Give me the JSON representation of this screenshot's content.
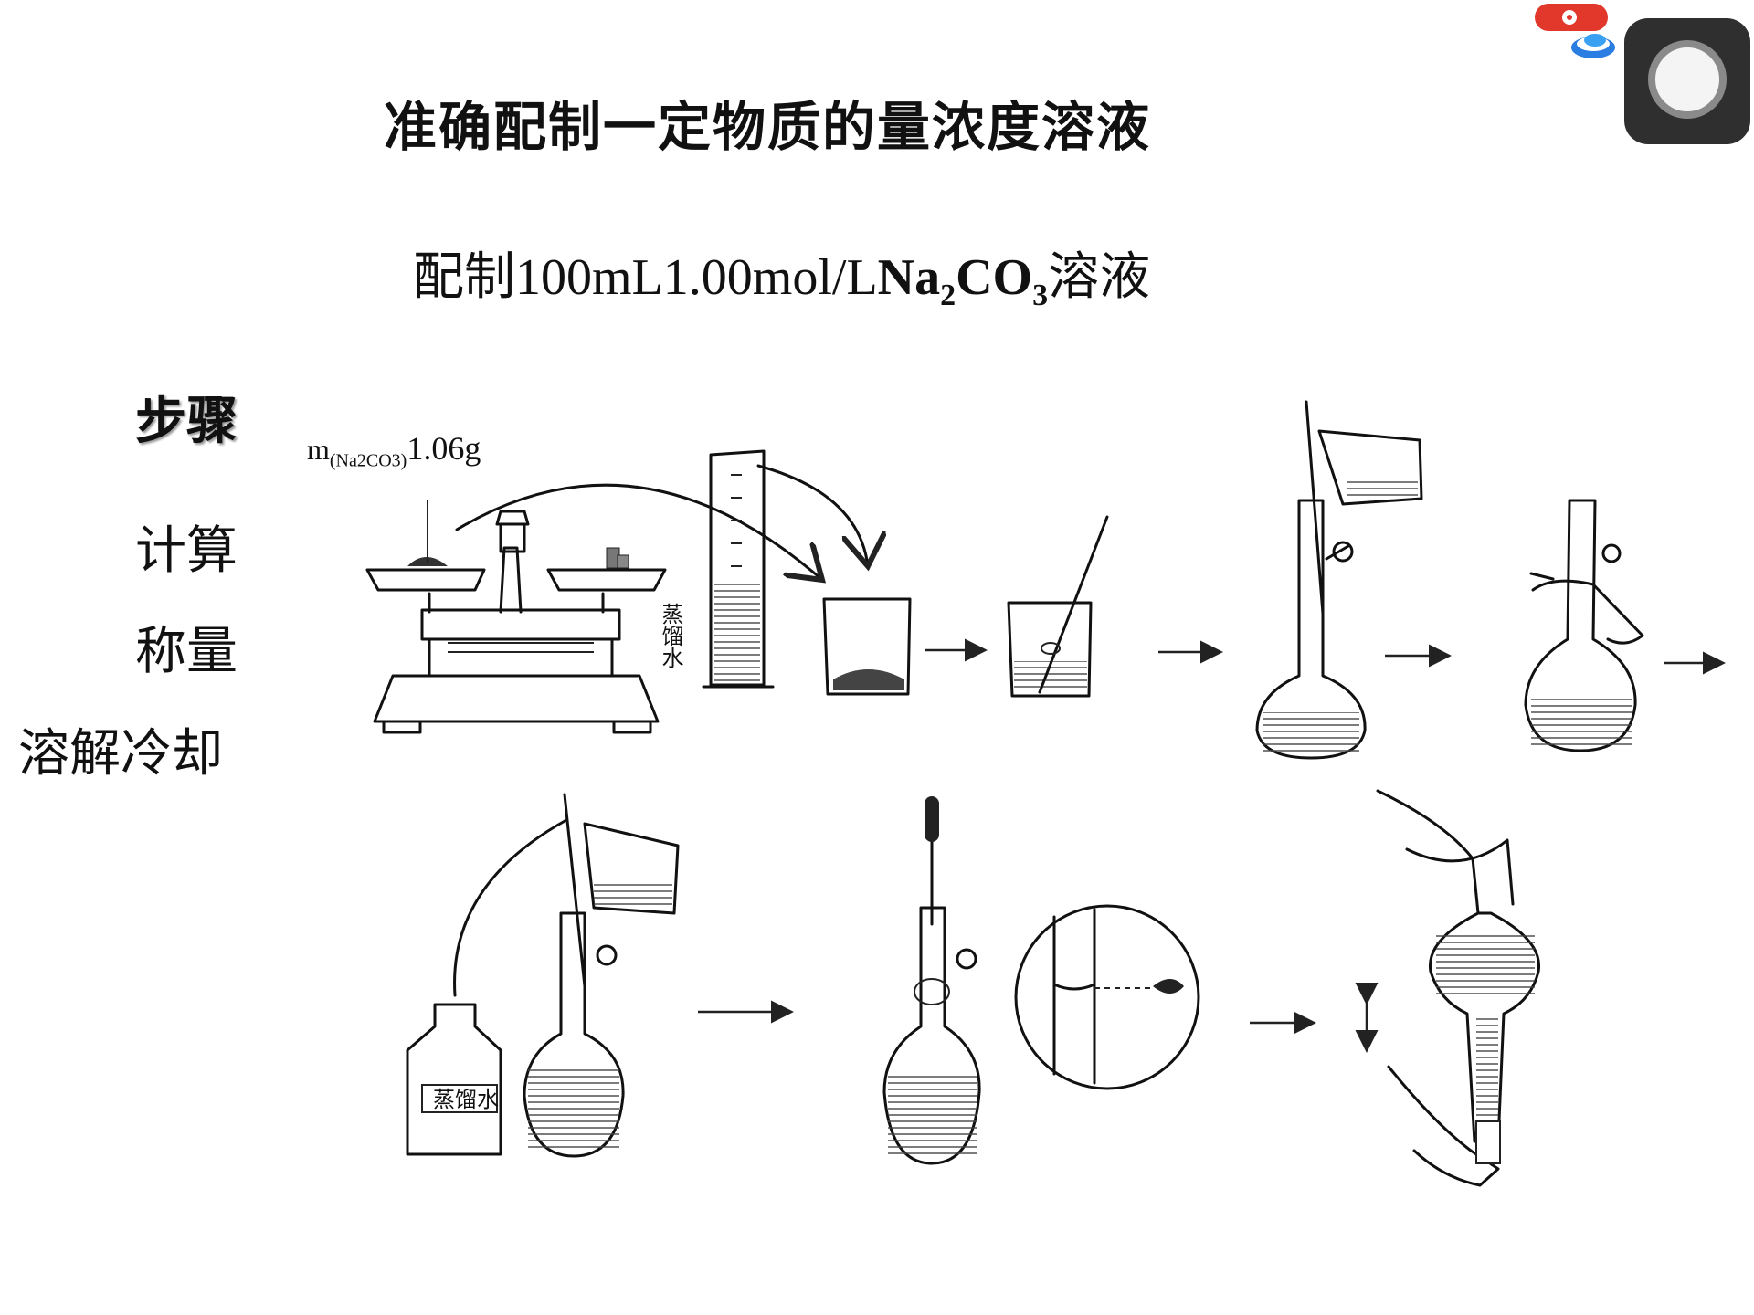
{
  "title": "准确配制一定物质的量浓度溶液",
  "subtitle": {
    "prefix": "配制100mL1.00mol/L",
    "chem_na": "Na",
    "chem_na_sub": "2",
    "chem_co": "CO",
    "chem_co_sub": "3",
    "suffix": "溶液"
  },
  "steps": {
    "heading": "步骤",
    "items": [
      "计算",
      "称量",
      "溶解冷却"
    ]
  },
  "diagram": {
    "mass_prefix": "m",
    "mass_sub": "(Na2CO3)",
    "mass_value": "1.06g",
    "cylinder_label": "蒸馏水",
    "bottle_label": "蒸馏水"
  },
  "overlay": {
    "record_icon": "record-icon",
    "camera_icon": "camera-shutter-icon",
    "logo_icon": "app-logo-icon",
    "record_color": "#e2372b",
    "widget_color": "#2f2f2f"
  }
}
